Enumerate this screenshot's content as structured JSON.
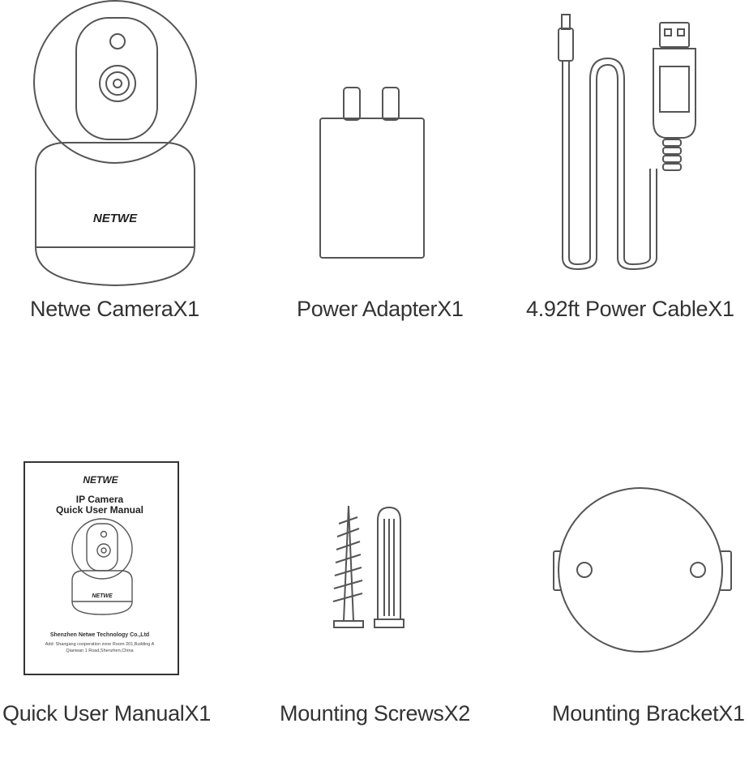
{
  "items": [
    {
      "caption": "Netwe CameraX1",
      "icon": "camera-icon",
      "brand": "NETWE"
    },
    {
      "caption": "Power AdapterX1",
      "icon": "power-adapter-icon"
    },
    {
      "caption": "4.92ft Power CableX1",
      "icon": "power-cable-icon"
    },
    {
      "caption": "Quick User ManualX1",
      "icon": "manual-icon",
      "manual": {
        "brand": "NETWE",
        "title_line1": "IP Camera",
        "title_line2": "Quick User Manual",
        "company": "Shenzhen Netwe Technology Co.,Ltd",
        "address_line1": "Add: Shangang cooperation zone Room 201,Building A",
        "address_line2": "Qianwan 1 Road,Shenzhen,China"
      }
    },
    {
      "caption": "Mounting ScrewsX2",
      "icon": "screws-icon"
    },
    {
      "caption": "Mounting BracketX1",
      "icon": "mounting-bracket-icon"
    }
  ]
}
